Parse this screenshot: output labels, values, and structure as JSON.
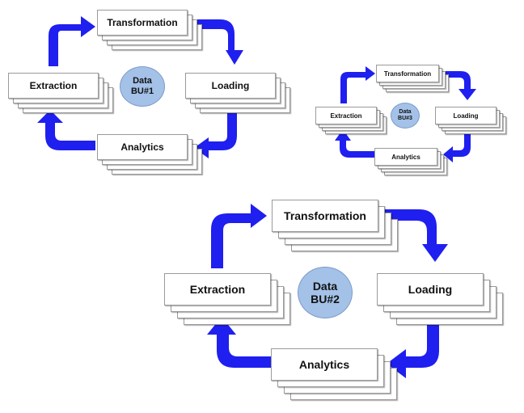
{
  "diagrams": [
    {
      "id": "bu1",
      "center": {
        "line1": "Data",
        "line2": "BU#1"
      },
      "stages": {
        "transformation": "Transformation",
        "loading": "Loading",
        "analytics": "Analytics",
        "extraction": "Extraction"
      }
    },
    {
      "id": "bu3",
      "center": {
        "line1": "Data",
        "line2": "BU#3"
      },
      "stages": {
        "transformation": "Transformation",
        "loading": "Loading",
        "analytics": "Analytics",
        "extraction": "Extraction"
      }
    },
    {
      "id": "bu2",
      "center": {
        "line1": "Data",
        "line2": "BU#2"
      },
      "stages": {
        "transformation": "Transformation",
        "loading": "Loading",
        "analytics": "Analytics",
        "extraction": "Extraction"
      }
    }
  ],
  "colors": {
    "arrow": "#1f1ff0",
    "circle": "#a4c1e8",
    "card_border": "#9a9a9a"
  }
}
